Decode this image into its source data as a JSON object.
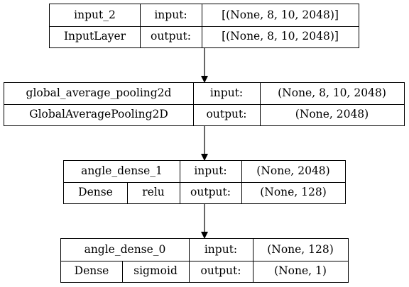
{
  "nodes": [
    {
      "name": "input_2",
      "class_name": "InputLayer",
      "activation": "",
      "input_label": "input:",
      "output_label": "output:",
      "input_shape": "[(None, 8, 10, 2048)]",
      "output_shape": "[(None, 8, 10, 2048)]"
    },
    {
      "name": "global_average_pooling2d",
      "class_name": "GlobalAveragePooling2D",
      "activation": "",
      "input_label": "input:",
      "output_label": "output:",
      "input_shape": "(None, 8, 10, 2048)",
      "output_shape": "(None, 2048)"
    },
    {
      "name": "angle_dense_1",
      "class_name": "Dense",
      "activation": "relu",
      "input_label": "input:",
      "output_label": "output:",
      "input_shape": "(None, 2048)",
      "output_shape": "(None, 128)"
    },
    {
      "name": "angle_dense_0",
      "class_name": "Dense",
      "activation": "sigmoid",
      "input_label": "input:",
      "output_label": "output:",
      "input_shape": "(None, 128)",
      "output_shape": "(None, 1)"
    }
  ],
  "edges": [
    {
      "from": "input_2",
      "to": "global_average_pooling2d"
    },
    {
      "from": "global_average_pooling2d",
      "to": "angle_dense_1"
    },
    {
      "from": "angle_dense_1",
      "to": "angle_dense_0"
    }
  ]
}
